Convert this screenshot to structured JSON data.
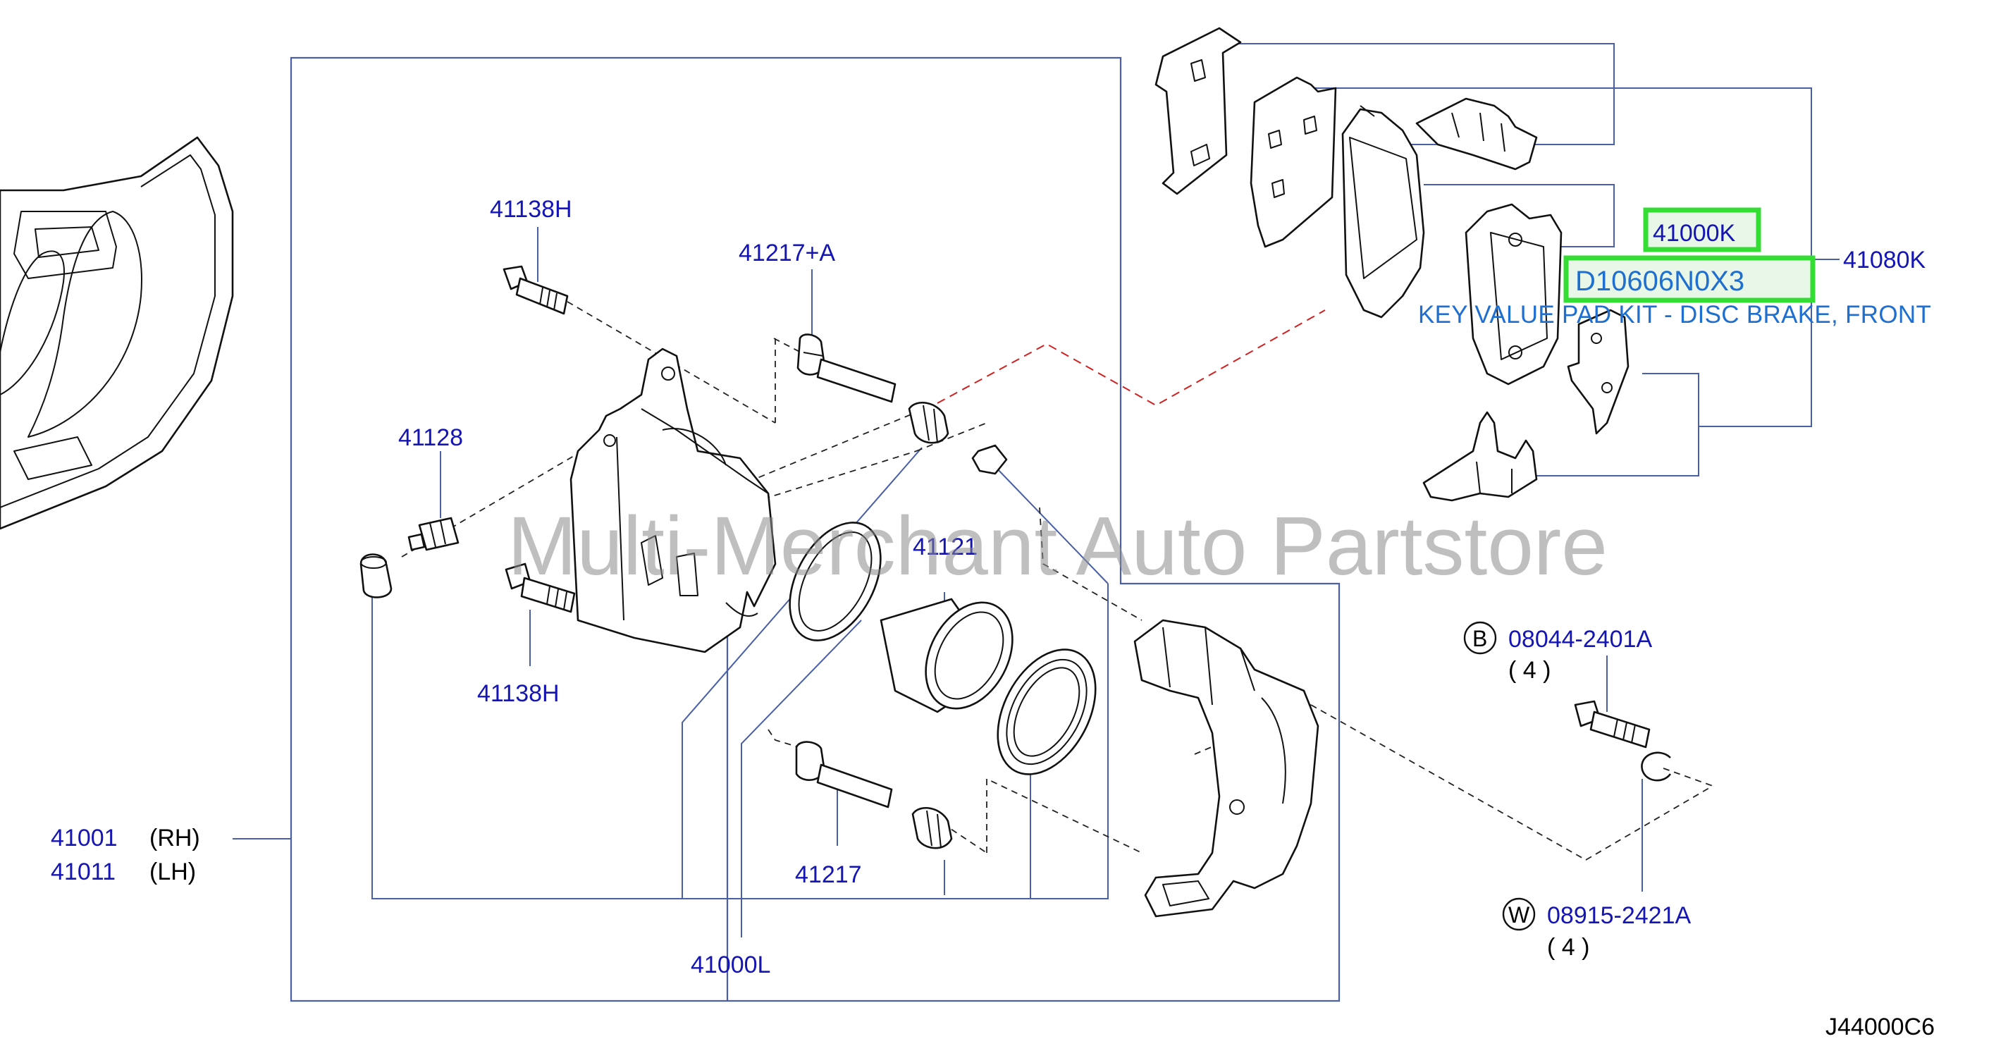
{
  "labels": {
    "bolt_top": "41138H",
    "pin_boot_a": "41217+A",
    "bleeder": "41128",
    "bolt_bottom": "41138H",
    "seal": "41121",
    "pin_boot": "41217",
    "caliper_rh_code": "41001",
    "caliper_rh_side": "(RH)",
    "caliper_lh_code": "41011",
    "caliper_lh_side": "(LH)",
    "seal_kit": "41000L",
    "pad_kit": "41080K",
    "pad_set": "41000K",
    "aftermarket_code": "D10606N0X3",
    "aftermarket_desc": "KEY VALUE PAD KIT - DISC BRAKE, FRONT",
    "bolt_b_marker": "B",
    "bolt_b_code": "08044-2401A",
    "bolt_b_qty": "(  4   )",
    "washer_w_marker": "W",
    "washer_w_code": "08915-2421A",
    "washer_w_qty": "(  4   )",
    "diagram_id": "J44000C6"
  },
  "watermark": "Multi-Merchant Auto Partstore",
  "colors": {
    "label_blue": "#1515b4",
    "highlight_green": "#33dd33",
    "aftermarket_blue": "#1f6fd0",
    "leader_line": "#4a5fa8",
    "guide_red": "#d02020"
  }
}
